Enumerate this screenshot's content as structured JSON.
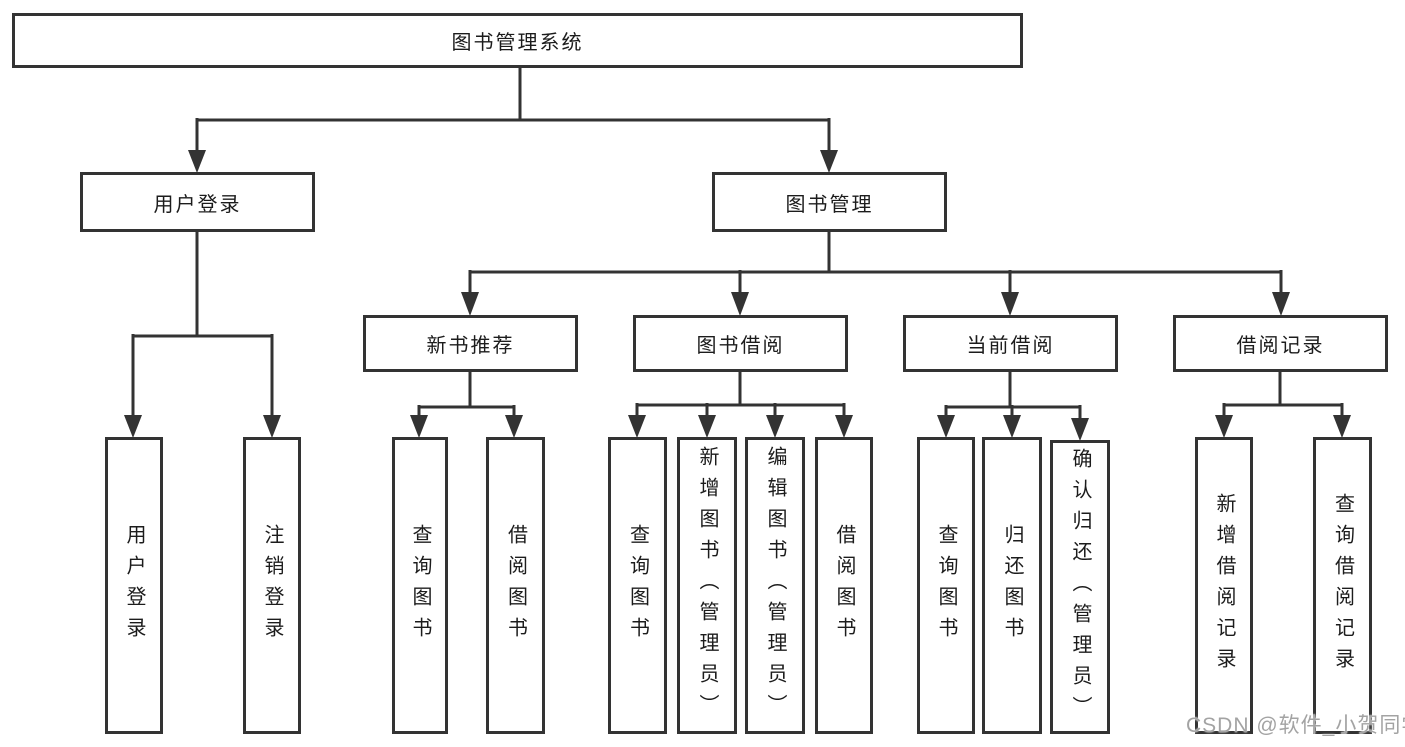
{
  "tree": {
    "root": "图书管理系统",
    "level2": [
      "用户登录",
      "图书管理"
    ],
    "level3": [
      "新书推荐",
      "图书借阅",
      "当前借阅",
      "借阅记录"
    ],
    "leaves_user_login": [
      "用户登录",
      "注销登录"
    ],
    "leaves_new_book": [
      "查询图书",
      "借阅图书"
    ],
    "leaves_book_borrow": [
      "查询图书",
      "新增图书（管理员）",
      "编辑图书（管理员）",
      "借阅图书"
    ],
    "leaves_current_borrow": [
      "查询图书",
      "归还图书",
      "确认归还（管理员）"
    ],
    "leaves_borrow_records": [
      "新增借阅记录",
      "查询借阅记录"
    ]
  },
  "watermark": "CSDN @软件_小贺同学",
  "colors": {
    "line": "#333333",
    "text": "#1c1c1c",
    "background": "#ffffff",
    "watermark": "#9e9e9e"
  }
}
